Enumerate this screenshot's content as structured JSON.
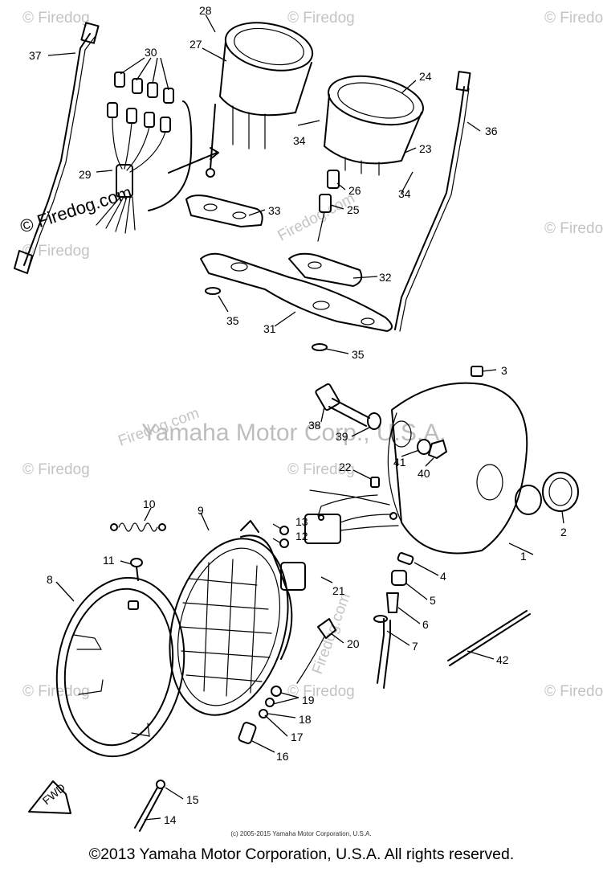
{
  "watermarks": {
    "site": "© Firedog",
    "site_dot_com": "© Firedog.com",
    "tilted": "Firedog.com",
    "corporate": "Yamaha Motor Corp., U.S.A."
  },
  "small_copyright": "(c) 2005-2015 Yamaha Motor Corporation, U.S.A.",
  "copyright": "©2013 Yamaha Motor Corporation, U.S.A. All rights reserved.",
  "fwd_label": "FWD",
  "callouts": [
    "1",
    "2",
    "3",
    "4",
    "5",
    "6",
    "7",
    "8",
    "9",
    "10",
    "11",
    "12",
    "13",
    "14",
    "15",
    "16",
    "17",
    "18",
    "19",
    "20",
    "21",
    "22",
    "23",
    "24",
    "25",
    "26",
    "27",
    "28",
    "29",
    "30",
    "31",
    "32",
    "33",
    "34",
    "34",
    "35",
    "35",
    "36",
    "37",
    "38",
    "39",
    "40",
    "41",
    "42"
  ]
}
